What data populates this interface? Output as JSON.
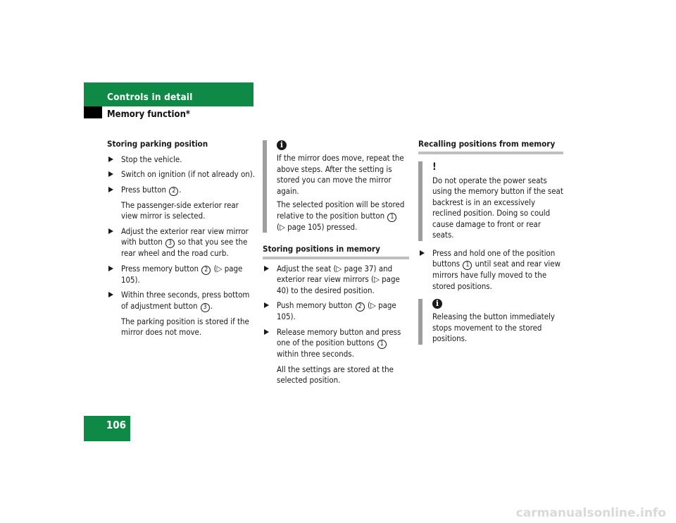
{
  "header": {
    "title": "Controls in detail",
    "subtitle": "Memory function*",
    "accent_color": "#0f8a46"
  },
  "page_number": "106",
  "left_col": {
    "heading": "Storing parking position",
    "s1": "Stop the vehicle.",
    "s2": "Switch on ignition (if not already on).",
    "s3_a": "Press button",
    "s3_n": "2",
    "s3_b": ".",
    "s3_sub": "The passenger-side exterior rear view mirror is selected.",
    "s4_a": "Adjust the exterior rear view mirror with button",
    "s4_n": "3",
    "s4_b": "so that you see the rear wheel and the road curb.",
    "s5_a": "Press memory button",
    "s5_n": "2",
    "s5_b": "(▷ page 105).",
    "s6_a": "Within three seconds, press bottom of adjustment button",
    "s6_n": "3",
    "s6_b": ".",
    "s6_sub": "The parking position is stored if the mirror does not move."
  },
  "mid_col": {
    "note1_icon": "i",
    "note1_p1": "If the mirror does move, repeat the above steps. After the setting is stored you can move the mirror again.",
    "note1_p2_a": "The selected position will be stored relative to the position button",
    "note1_p2_n": "1",
    "note1_p2_b": "(▷ page 105) pressed.",
    "heading": "Storing positions in memory",
    "s1": "Adjust the seat (▷ page 37) and exterior rear view mirrors (▷ page 40) to the desired position.",
    "s2_a": "Push memory button",
    "s2_n": "2",
    "s2_b": "(▷ page 105).",
    "s3_a": "Release memory button and press one of the position buttons",
    "s3_n": "1",
    "s3_b": "within three seconds.",
    "s3_sub": "All the settings are stored at the selected position."
  },
  "right_col": {
    "heading": "Recalling positions from memory",
    "warn_icon": "!",
    "warn_text": "Do not operate the power seats using the memory button if the seat backrest is in an excessively reclined position. Doing so could cause damage to front or rear seats.",
    "s1_a": "Press and hold one of the position buttons",
    "s1_n": "1",
    "s1_b": "until seat and rear view mirrors have fully moved to the stored positions.",
    "note2_icon": "i",
    "note2_text": "Releasing the button immediately stops movement to the stored positions."
  },
  "footer": {
    "text": "carmanualsonline.info"
  }
}
